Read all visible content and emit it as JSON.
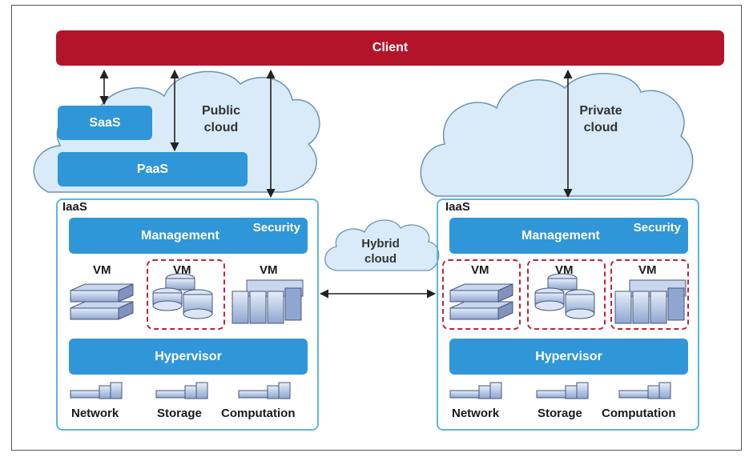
{
  "client": "Client",
  "public_cloud": {
    "line1": "Public",
    "line2": "cloud"
  },
  "private_cloud": {
    "line1": "Private",
    "line2": "cloud"
  },
  "hybrid_cloud": {
    "line1": "Hybrid",
    "line2": "cloud"
  },
  "saas": "SaaS",
  "paas": "PaaS",
  "left": {
    "iaas": "IaaS",
    "management": "Management",
    "security": "Security",
    "vm1": "VM",
    "vm2": "VM",
    "vm3": "VM",
    "hypervisor": "Hypervisor",
    "network": "Network",
    "storage": "Storage",
    "computation": "Computation"
  },
  "right": {
    "iaas": "IaaS",
    "management": "Management",
    "security": "Security",
    "vm1": "VM",
    "vm2": "VM",
    "vm3": "VM",
    "hypervisor": "Hypervisor",
    "network": "Network",
    "storage": "Storage",
    "computation": "Computation"
  },
  "colors": {
    "client": "#b3142a",
    "blue": "#2f96d8",
    "cloud_fill": "#d9ebf8",
    "cloud_stroke": "#6a93b5",
    "dash": "#c0232f"
  }
}
